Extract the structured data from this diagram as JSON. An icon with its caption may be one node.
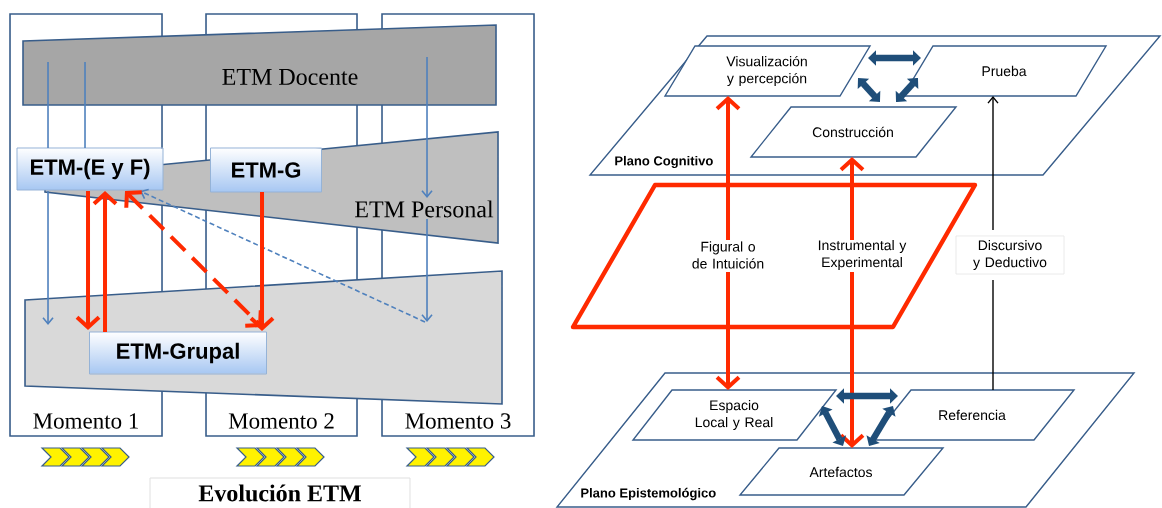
{
  "diagram": {
    "nodes": [
      {
        "text": [
          "ETM Docente"
        ]
      },
      {
        "text": [
          "ETM Personal"
        ]
      },
      {
        "text": [],
        "shape": "trapezoid"
      },
      {
        "text": [
          "ETM-(E y F)"
        ]
      },
      {
        "text": [
          "ETM-G"
        ]
      },
      {
        "text": [
          "ETM-Grupal"
        ],
        "in": 2
      },
      {
        "text": [
          "Plano Cognitivo"
        ]
      },
      {
        "text": [
          "Visualización y percepción"
        ],
        "in": 6
      },
      {
        "text": [
          "Prueba"
        ],
        "in": 6
      },
      {
        "text": [
          "Construcción"
        ],
        "in": 6
      },
      {
        "text": [],
        "shape": "parallelogram"
      },
      {
        "text": [
          "Figural o de Intuición"
        ],
        "in": 10
      },
      {
        "text": [
          "Instrumental y Experimental"
        ],
        "in": 10
      },
      {
        "text": [
          "Discursivo y Deductivo"
        ]
      },
      {
        "text": [
          "Plano Epistemológico"
        ]
      },
      {
        "text": [
          "Espacio Local y Real"
        ],
        "in": 14
      },
      {
        "text": [
          "Referencia"
        ],
        "in": 14
      },
      {
        "text": [
          "Artefactos"
        ],
        "in": 14
      }
    ],
    "edges": [
      {
        "from": 0,
        "to": 3,
        "arrow": "none",
        "color": "#4f81bd"
      },
      {
        "from": 3,
        "to": 2,
        "arrow": "to",
        "color": "#4f81bd"
      },
      {
        "from": 0,
        "to": 3,
        "arrow": "none",
        "color": "#4f81bd"
      },
      {
        "from": 0,
        "to": 1,
        "arrow": "to",
        "color": "#4f81bd"
      },
      {
        "from": 1,
        "to": 2,
        "arrow": "to",
        "color": "#4f81bd"
      },
      {
        "from": 2,
        "to": 3,
        "arrow": "to",
        "style": "dashed",
        "color": "#4f81bd"
      },
      {
        "from": 3,
        "to": 5,
        "arrow": "to"
      },
      {
        "from": 5,
        "to": 3,
        "arrow": "to"
      },
      {
        "from": 3,
        "to": 5,
        "arrow": "both",
        "style": "dashed"
      },
      {
        "from": 4,
        "to": 5,
        "arrow": "to"
      },
      {
        "from": 11,
        "to": 7,
        "arrow": "to"
      },
      {
        "from": 11,
        "to": 15,
        "arrow": "to"
      },
      {
        "from": 12,
        "to": 9,
        "arrow": "to"
      },
      {
        "from": 12,
        "to": 17,
        "arrow": "to"
      },
      {
        "from": 13,
        "to": 8,
        "arrow": "to",
        "color": "#000000"
      },
      {
        "from": 16,
        "to": 13,
        "arrow": "none",
        "color": "#000000"
      },
      {
        "from": 7,
        "to": 8,
        "arrow": "both",
        "color": "#1f4e79"
      },
      {
        "from": 7,
        "to": 9,
        "arrow": "both",
        "color": "#1f4e79"
      },
      {
        "from": 9,
        "to": 8,
        "arrow": "both",
        "color": "#1f4e79"
      },
      {
        "from": 15,
        "to": 16,
        "arrow": "both",
        "color": "#1f4e79"
      },
      {
        "from": 15,
        "to": 17,
        "arrow": "both",
        "color": "#1f4e79"
      },
      {
        "from": 17,
        "to": 16,
        "arrow": "both",
        "color": "#1f4e79"
      }
    ],
    "labels": [
      "Momento 1",
      "Momento 2",
      "Momento 3",
      "Evolución ETM"
    ]
  }
}
